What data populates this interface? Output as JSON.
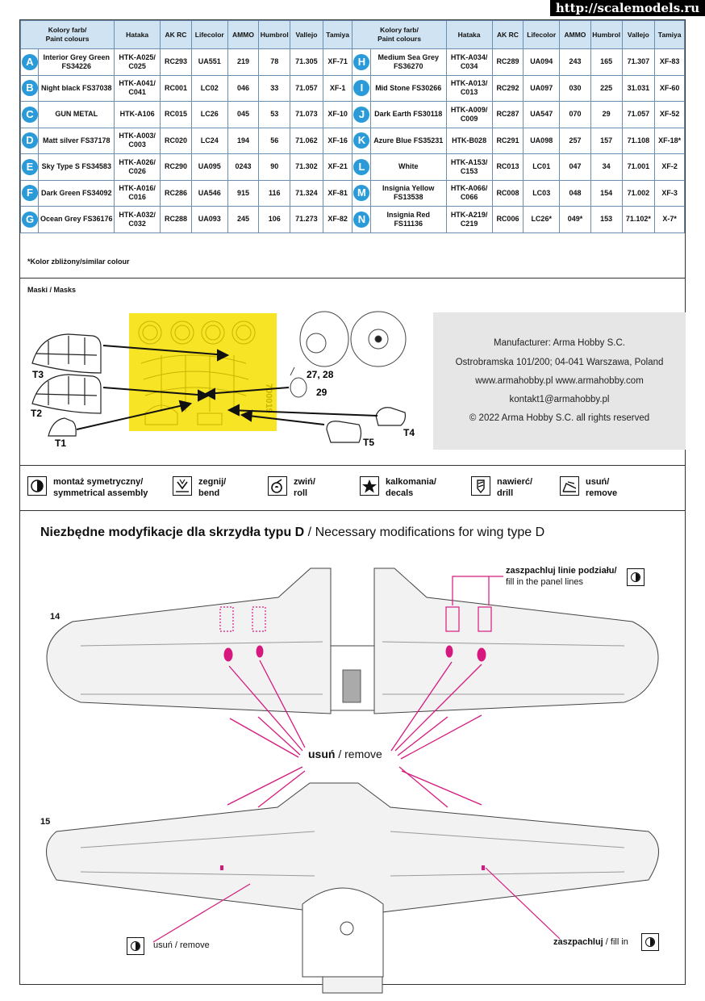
{
  "watermark": "http://scalemodels.ru",
  "table": {
    "headers": [
      "Kolory farb/\nPaint colours",
      "Hataka",
      "AK RC",
      "Lifecolor",
      "AMMO",
      "Humbrol",
      "Vallejo",
      "Tamiya"
    ],
    "left_rows": [
      {
        "letter": "A",
        "name": "Interior Grey Green FS34226",
        "hataka": "HTK-A025/ C025",
        "akrc": "RC293",
        "lifecolor": "UA551",
        "ammo": "219",
        "humbrol": "78",
        "vallejo": "71.305",
        "tamiya": "XF-71"
      },
      {
        "letter": "B",
        "name": "Night black FS37038",
        "hataka": "HTK-A041/ C041",
        "akrc": "RC001",
        "lifecolor": "LC02",
        "ammo": "046",
        "humbrol": "33",
        "vallejo": "71.057",
        "tamiya": "XF-1"
      },
      {
        "letter": "C",
        "name": "GUN METAL",
        "hataka": "HTK-A106",
        "akrc": "RC015",
        "lifecolor": "LC26",
        "ammo": "045",
        "humbrol": "53",
        "vallejo": "71.073",
        "tamiya": "XF-10"
      },
      {
        "letter": "D",
        "name": "Matt silver FS37178",
        "hataka": "HTK-A003/ C003",
        "akrc": "RC020",
        "lifecolor": "LC24",
        "ammo": "194",
        "humbrol": "56",
        "vallejo": "71.062",
        "tamiya": "XF-16"
      },
      {
        "letter": "E",
        "name": "Sky Type S FS34583",
        "hataka": "HTK-A026/ C026",
        "akrc": "RC290",
        "lifecolor": "UA095",
        "ammo": "0243",
        "humbrol": "90",
        "vallejo": "71.302",
        "tamiya": "XF-21"
      },
      {
        "letter": "F",
        "name": "Dark Green FS34092",
        "hataka": "HTK-A016/ C016",
        "akrc": "RC286",
        "lifecolor": "UA546",
        "ammo": "915",
        "humbrol": "116",
        "vallejo": "71.324",
        "tamiya": "XF-81"
      },
      {
        "letter": "G",
        "name": "Ocean Grey FS36176",
        "hataka": "HTK-A032/ C032",
        "akrc": "RC288",
        "lifecolor": "UA093",
        "ammo": "245",
        "humbrol": "106",
        "vallejo": "71.273",
        "tamiya": "XF-82"
      }
    ],
    "right_rows": [
      {
        "letter": "H",
        "name": "Medium Sea Grey FS36270",
        "hataka": "HTK-A034/ C034",
        "akrc": "RC289",
        "lifecolor": "UA094",
        "ammo": "243",
        "humbrol": "165",
        "vallejo": "71.307",
        "tamiya": "XF-83"
      },
      {
        "letter": "I",
        "name": "Mid Stone FS30266",
        "hataka": "HTK-A013/ C013",
        "akrc": "RC292",
        "lifecolor": "UA097",
        "ammo": "030",
        "humbrol": "225",
        "vallejo": "31.031",
        "tamiya": "XF-60"
      },
      {
        "letter": "J",
        "name": "Dark Earth FS30118",
        "hataka": "HTK-A009/ C009",
        "akrc": "RC287",
        "lifecolor": "UA547",
        "ammo": "070",
        "humbrol": "29",
        "vallejo": "71.057",
        "tamiya": "XF-52"
      },
      {
        "letter": "K",
        "name": "Azure Blue FS35231",
        "hataka": "HTK-B028",
        "akrc": "RC291",
        "lifecolor": "UA098",
        "ammo": "257",
        "humbrol": "157",
        "vallejo": "71.108",
        "tamiya": "XF-18*"
      },
      {
        "letter": "L",
        "name": "White",
        "hataka": "HTK-A153/ C153",
        "akrc": "RC013",
        "lifecolor": "LC01",
        "ammo": "047",
        "humbrol": "34",
        "vallejo": "71.001",
        "tamiya": "XF-2"
      },
      {
        "letter": "M",
        "name": "Insignia Yellow FS13538",
        "hataka": "HTK-A066/ C066",
        "akrc": "RC008",
        "lifecolor": "LC03",
        "ammo": "048",
        "humbrol": "154",
        "vallejo": "71.002",
        "tamiya": "XF-3"
      },
      {
        "letter": "N",
        "name": "Insignia Red FS11136",
        "hataka": "HTK-A219/ C219",
        "akrc": "RC006",
        "lifecolor": "LC26*",
        "ammo": "049*",
        "humbrol": "153",
        "vallejo": "71.102*",
        "tamiya": "X-7*"
      }
    ],
    "note": "*Kolor zbliżony/similar colour"
  },
  "masks": {
    "title": "Maski / Masks",
    "labels": {
      "t3": "T3",
      "t2": "T2",
      "t1": "T1",
      "t4": "T4",
      "t5": "T5",
      "p2728": "27, 28",
      "p29": "29"
    },
    "mask_sheet_text": "700019"
  },
  "manufacturer": {
    "line1": "Manufacturer: Arma Hobby S.C.",
    "line2": "Ostrobramska 101/200; 04-041 Warszawa, Poland",
    "line3": "www.armahobby.pl www.armahobby.com",
    "line4": "kontakt1@armahobby.pl",
    "line5": "© 2022 Arma Hobby S.C. all rights reserved"
  },
  "legend": [
    {
      "icon": "symmetrical-assembly-icon",
      "pl": "montaż symetryczny/",
      "en": "symmetrical assembly"
    },
    {
      "icon": "bend-icon",
      "pl": "zegnij/",
      "en": "bend"
    },
    {
      "icon": "roll-icon",
      "pl": "zwiń/",
      "en": "roll"
    },
    {
      "icon": "decals-star-icon",
      "pl": "kalkomania/",
      "en": "decals"
    },
    {
      "icon": "drill-icon",
      "pl": "nawierć/",
      "en": "drill"
    },
    {
      "icon": "remove-icon",
      "pl": "usuń/",
      "en": "remove"
    }
  ],
  "section": {
    "title_pl": "Niezbędne modyfikacje dla skrzydła typu D",
    "title_sep": " / ",
    "title_en": "Necessary modifications for wing type D",
    "fill_panel_pl": "zaszpachluj linie podziału/",
    "fill_panel_en": "fill in the panel lines",
    "remove_center_pl": "usuń",
    "remove_center_en": " / remove",
    "step14": "14",
    "step15": "15",
    "bottom_remove": "usuń / remove",
    "bottom_fill_pl": "zaszpachluj",
    "bottom_fill_en": " / fill in"
  },
  "colors": {
    "accent_blue": "#2a9ad8",
    "header_blue": "#cfe3f2",
    "mask_yellow": "#f7e424",
    "magenta": "#d6197e"
  }
}
